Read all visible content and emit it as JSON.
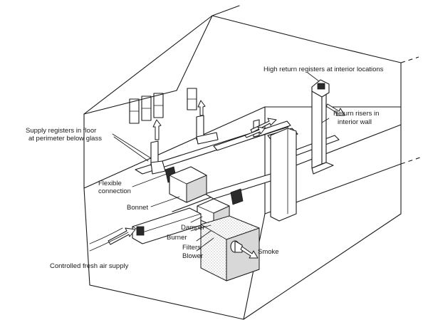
{
  "labels": {
    "high_return": "High return registers at interior locations",
    "return_risers_1": "Return risers in",
    "return_risers_2": "interior wall",
    "supply_registers_1": "Supply registers in floor",
    "supply_registers_2": "at perimeter below glass",
    "flexible_1": "Flexible",
    "flexible_2": "connection",
    "bonnet": "Bonnet",
    "damper": "Damper",
    "burner": "Burner",
    "filters": "Filters",
    "blower": "Blower",
    "smoke": "Smoke",
    "fresh_air": "Controlled fresh air supply"
  }
}
